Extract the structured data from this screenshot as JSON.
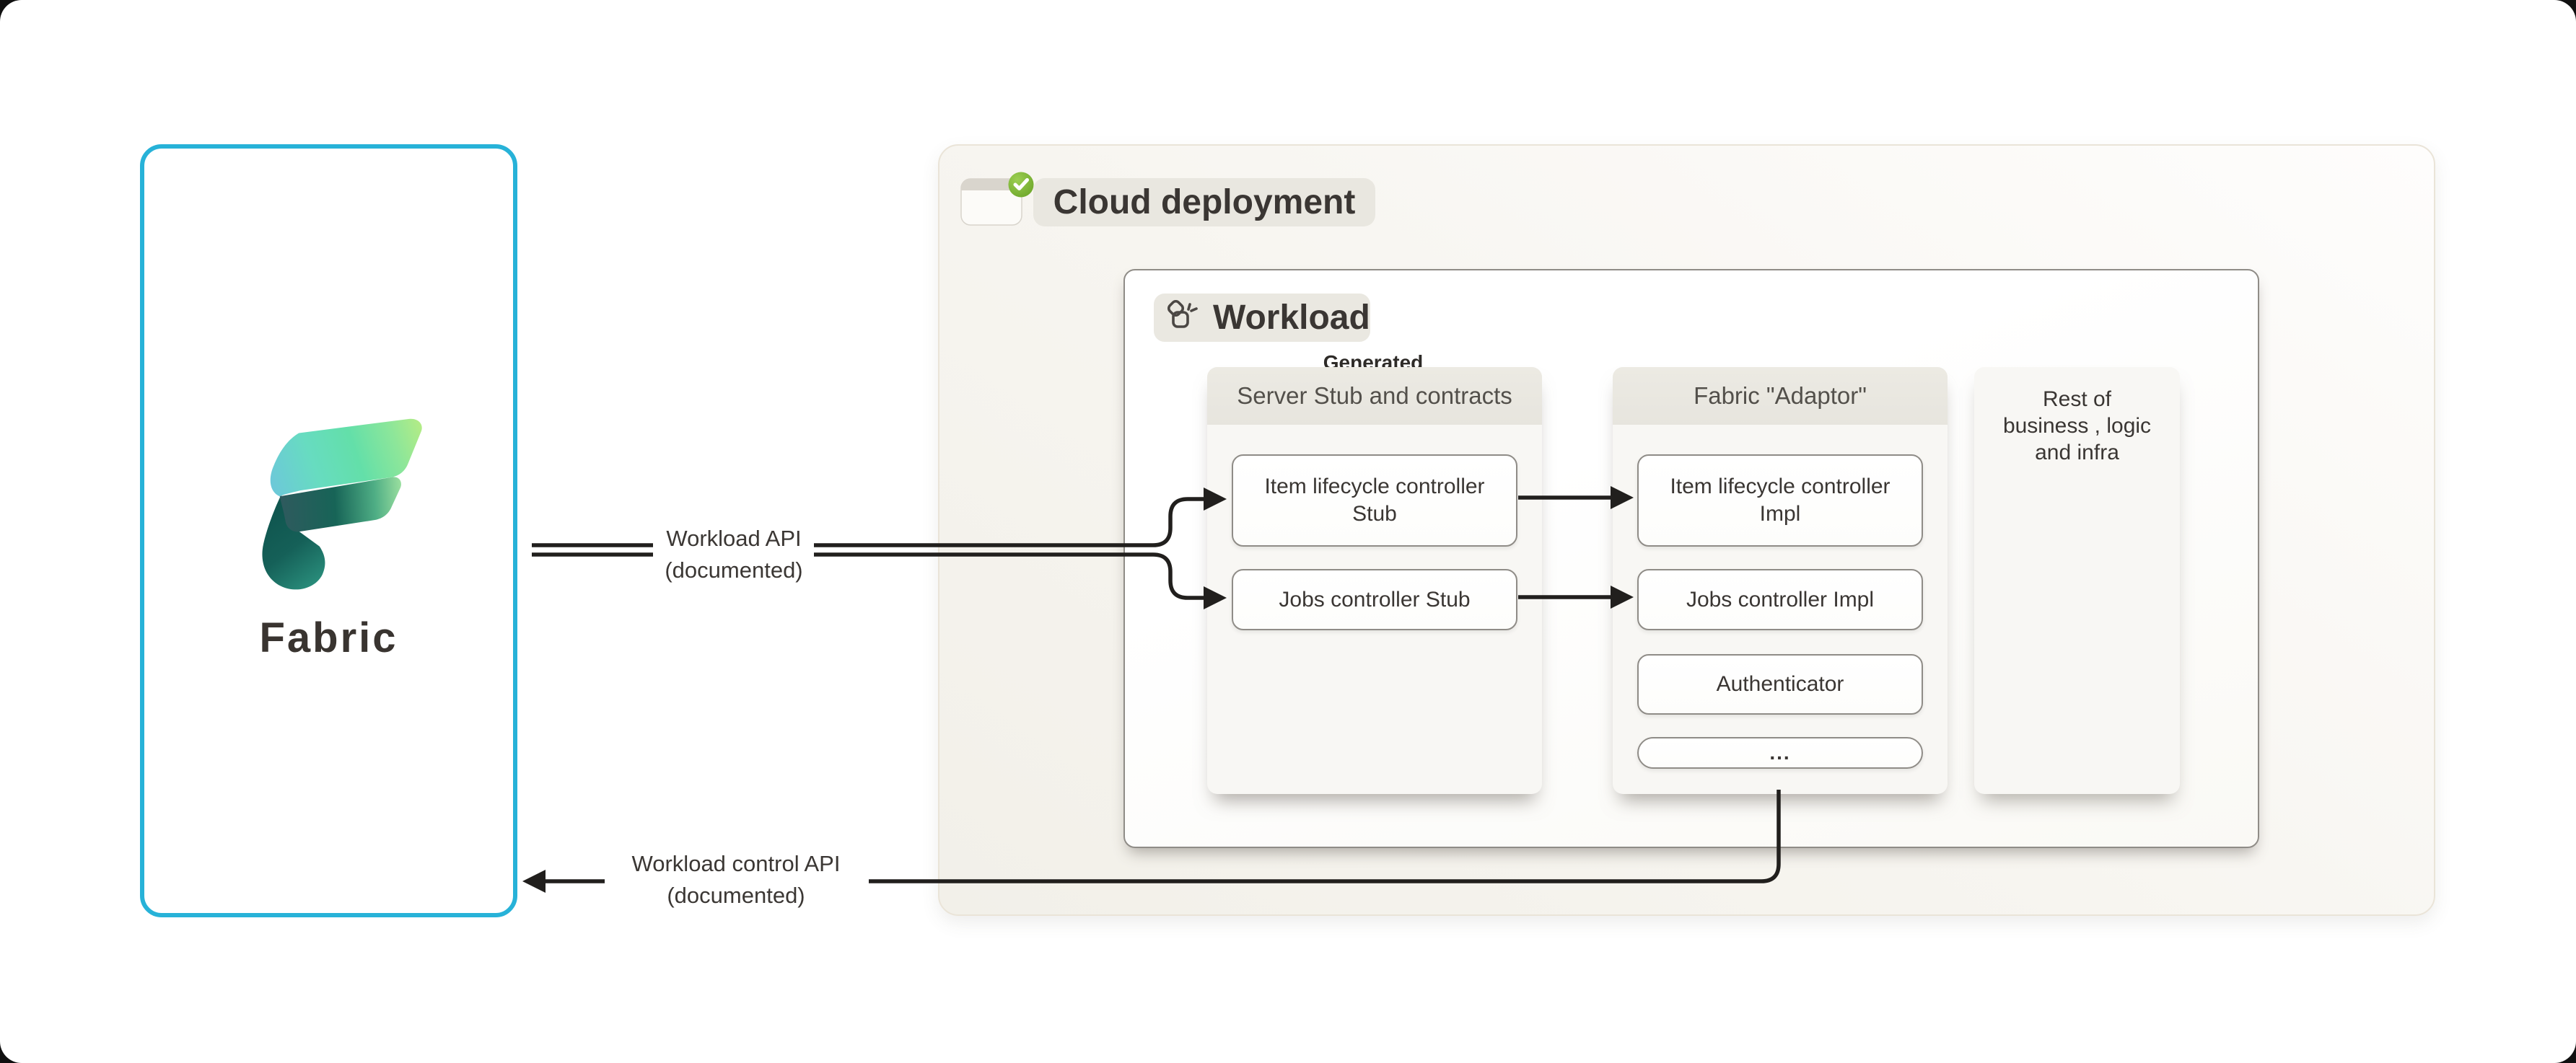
{
  "fabric_panel": {
    "label": "Fabric"
  },
  "cloud_panel": {
    "title": "Cloud deployment",
    "workload": {
      "title": "Workload",
      "generated_label": "Generated",
      "stub_column": {
        "title": "Server Stub and contracts",
        "items": [
          "Item lifecycle controller Stub",
          "Jobs controller Stub"
        ]
      },
      "adaptor_column": {
        "title": "Fabric \"Adaptor\"",
        "items": [
          "Item lifecycle controller Impl",
          "Jobs controller Impl",
          "Authenticator",
          "..."
        ]
      },
      "rest_box": {
        "lines": [
          "Rest of",
          "business , logic",
          "and infra"
        ]
      }
    }
  },
  "connections": {
    "workload_api": {
      "label": "Workload API",
      "sublabel": "(documented)"
    },
    "workload_control_api": {
      "label": "Workload control API",
      "sublabel": "(documented)"
    }
  },
  "colors": {
    "fabric_border": "#27b2d8",
    "arrow": "#211f1d",
    "badge_green": "#77b32e",
    "container_beige": "#f4f2ec",
    "pill_beige": "#e9e7e0",
    "node_border": "#8f8c87"
  }
}
